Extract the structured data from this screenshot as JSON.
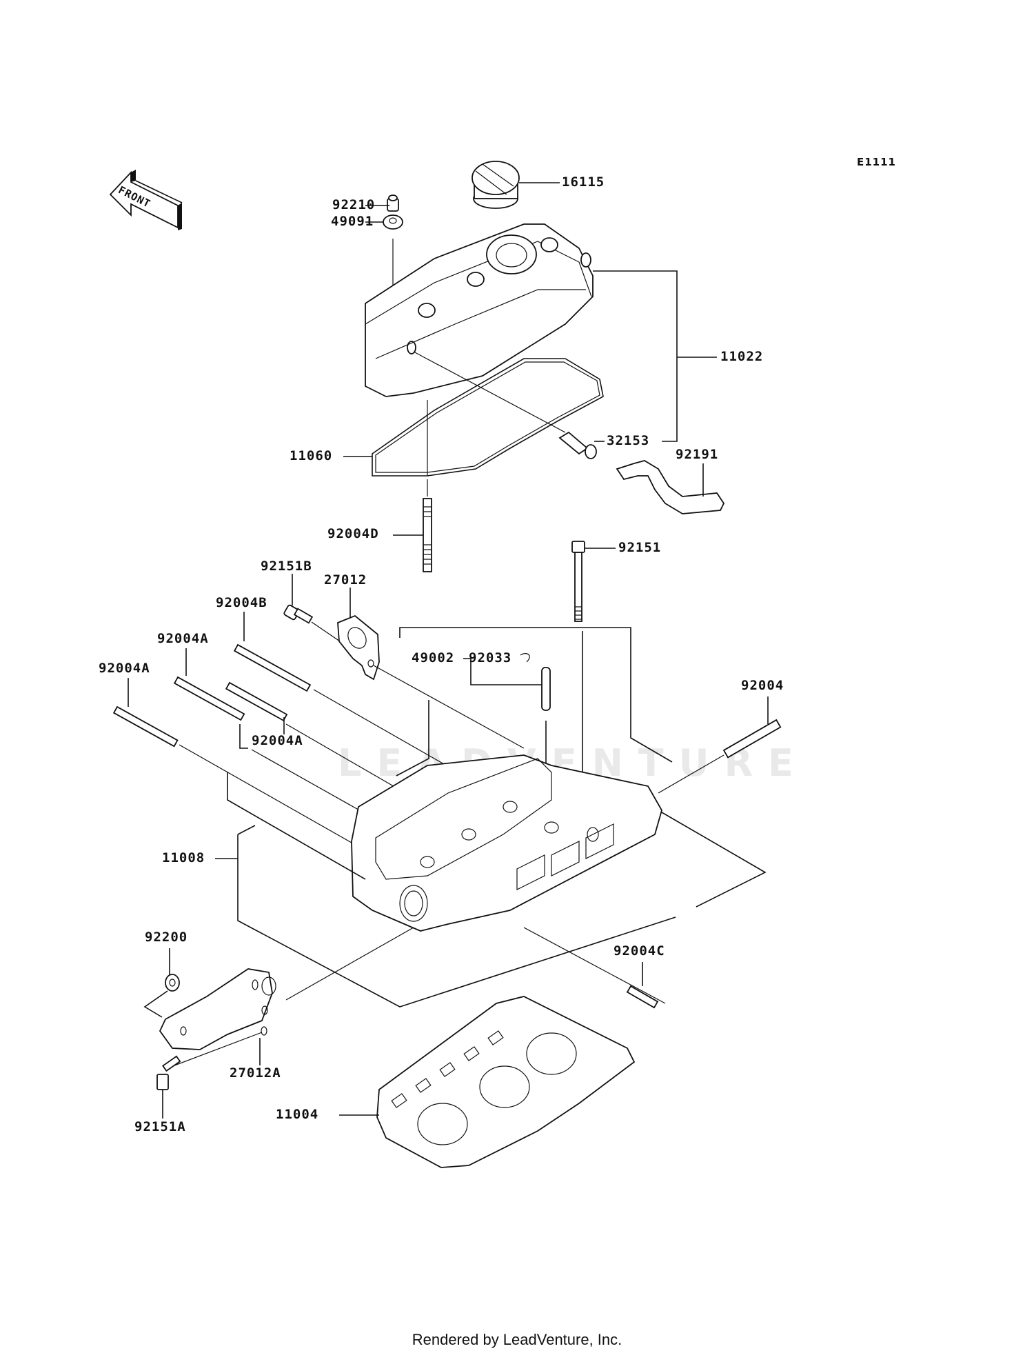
{
  "diagram": {
    "code": "E1111",
    "front_label": "FRONT",
    "watermark": "LEADVENTURE",
    "footer": "Rendered by LeadVenture, Inc.",
    "parts": [
      {
        "id": "92210",
        "name": "cap-nut"
      },
      {
        "id": "49091",
        "name": "grommet"
      },
      {
        "id": "16115",
        "name": "oil-filler-cap"
      },
      {
        "id": "11022",
        "name": "cylinder-head-cover"
      },
      {
        "id": "32153",
        "name": "pipe"
      },
      {
        "id": "11060",
        "name": "cover-gasket"
      },
      {
        "id": "92191",
        "name": "breather-hose"
      },
      {
        "id": "92004D",
        "name": "stud"
      },
      {
        "id": "92151",
        "name": "head-bolt"
      },
      {
        "id": "92151B",
        "name": "bolt"
      },
      {
        "id": "27012",
        "name": "bracket"
      },
      {
        "id": "92004B",
        "name": "stud"
      },
      {
        "id": "92004A",
        "name": "stud"
      },
      {
        "id": "92004A",
        "name": "stud"
      },
      {
        "id": "92004A",
        "name": "stud"
      },
      {
        "id": "49002",
        "name": "pin"
      },
      {
        "id": "92033",
        "name": "ring"
      },
      {
        "id": "92004",
        "name": "stud"
      },
      {
        "id": "11008",
        "name": "cylinder-head"
      },
      {
        "id": "92200",
        "name": "washer"
      },
      {
        "id": "92004C",
        "name": "stud"
      },
      {
        "id": "27012A",
        "name": "lifting-bracket"
      },
      {
        "id": "11004",
        "name": "head-gasket"
      },
      {
        "id": "92151A",
        "name": "bolt"
      }
    ]
  }
}
